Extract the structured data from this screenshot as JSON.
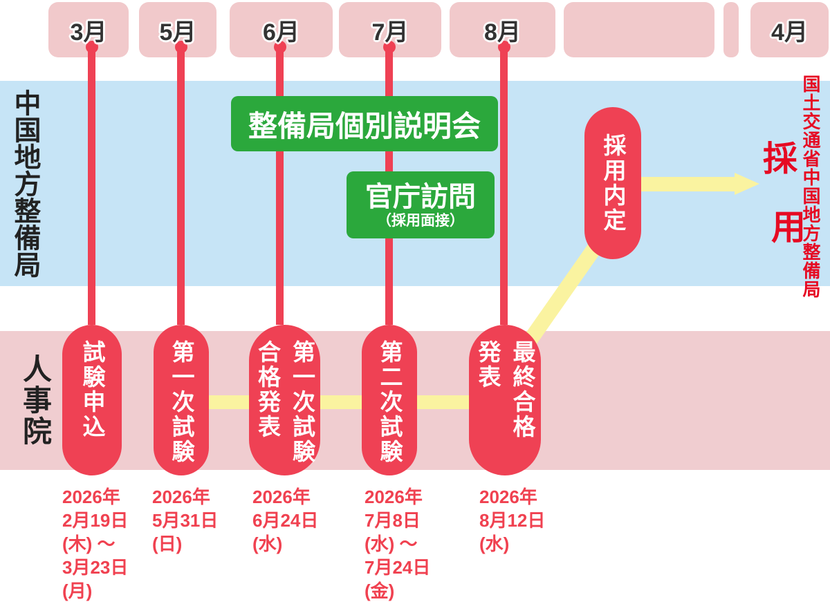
{
  "colors": {
    "red": "#ef4154",
    "month_box_pink": "#f1c9cb",
    "band_pink": "#f0cdd0",
    "band_blue": "#c6e4f6",
    "yellow": "#faf3a0",
    "green": "#2ba83c",
    "date_red": "#f04150",
    "accent_red": "#e60a23",
    "month_text": "#333333"
  },
  "months": [
    {
      "label": "3月"
    },
    {
      "label": "5月"
    },
    {
      "label": "6月"
    },
    {
      "label": "7月"
    },
    {
      "label": "8月"
    },
    {
      "label": ""
    },
    {
      "label": ""
    },
    {
      "label": "4月"
    }
  ],
  "lanes": {
    "top_label": "中国地方整備局",
    "bottom_label": "人事院"
  },
  "events": {
    "briefing_label": "整備局個別説明会",
    "visit_label": "官庁訪問",
    "visit_note": "（採用面接）",
    "offer_label": "採用内定"
  },
  "pills": [
    {
      "label": "試験申込",
      "date": "2026年\n2月19日\n(木) ～\n3月23日\n(月)"
    },
    {
      "label": "第一次試験",
      "date": "2026年\n5月31日\n(日)"
    },
    {
      "label": "第一次試験\n合格発表",
      "date": "2026年\n6月24日\n(水)"
    },
    {
      "label": "第二次試験",
      "date": "2026年\n7月8日\n(水) ～\n7月24日\n(金)"
    },
    {
      "label": "最終合格\n発表",
      "date": "2026年\n8月12日\n(水)"
    }
  ],
  "result": {
    "hire_char_top": "採",
    "hire_char_bottom": "用",
    "org_vertical": "国土交通省中国地方整備局"
  }
}
